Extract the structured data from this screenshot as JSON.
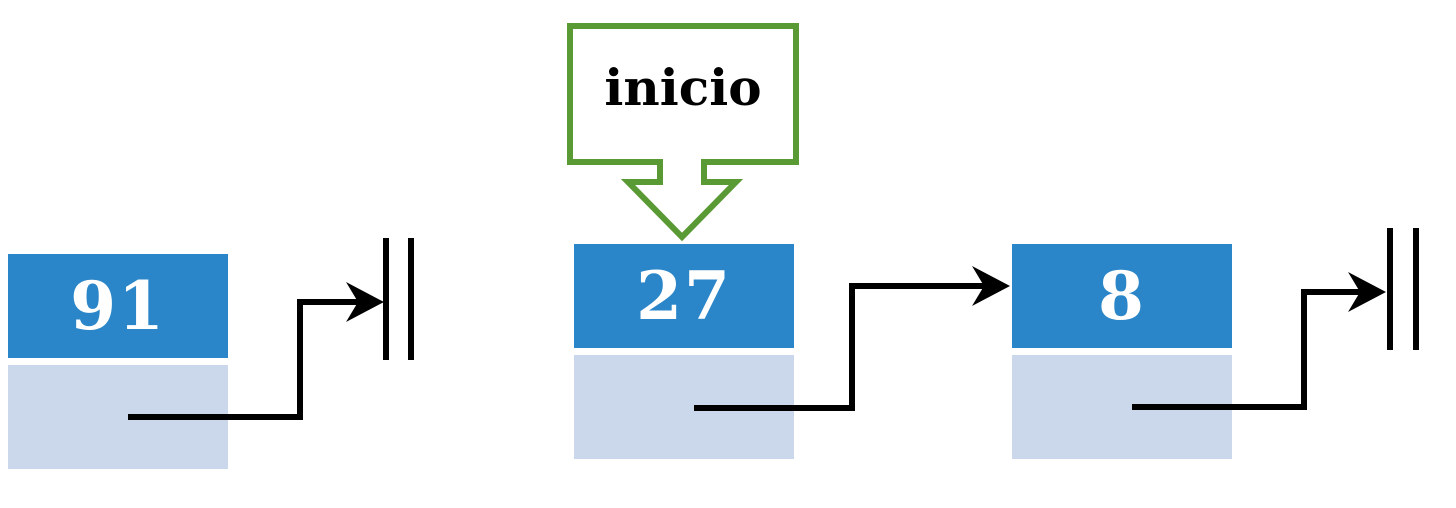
{
  "head_pointer": {
    "label": "inicio",
    "color": "#5a9a34"
  },
  "nodes": [
    {
      "value": "91",
      "next": "null"
    },
    {
      "value": "27",
      "next": "8"
    },
    {
      "value": "8",
      "next": "null"
    }
  ],
  "colors": {
    "value_cell": "#2a86c9",
    "next_cell": "#cbd8eb",
    "arrow": "#000000"
  }
}
